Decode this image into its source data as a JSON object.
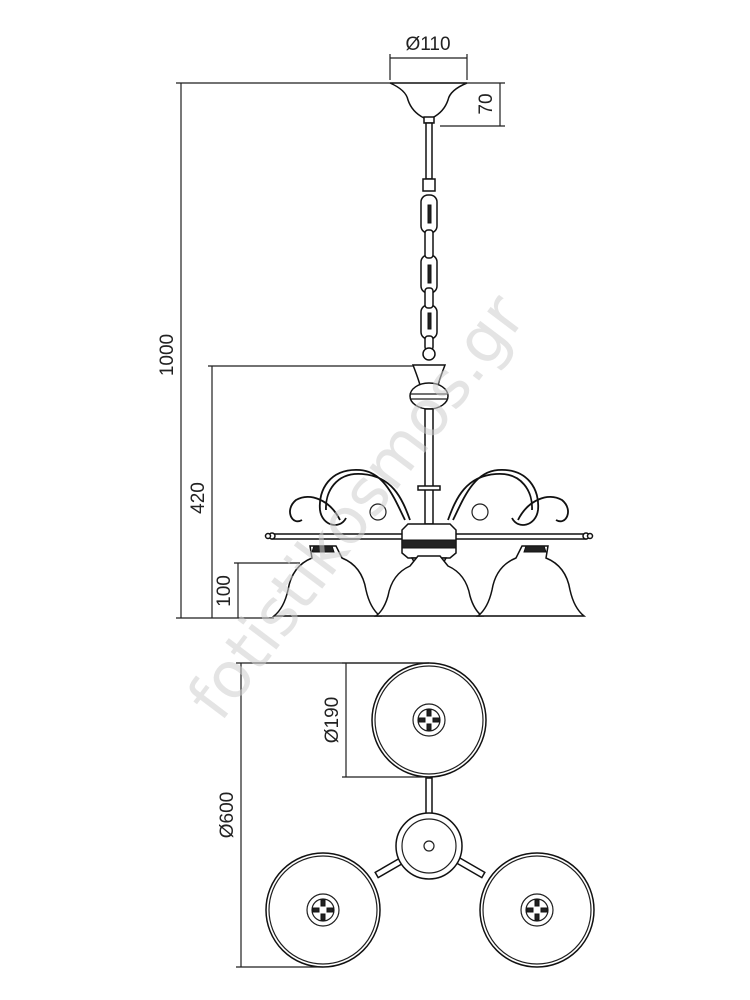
{
  "dimensions": {
    "canopy_diameter": "Ø110",
    "canopy_height": "70",
    "total_height": "1000",
    "body_height": "420",
    "shade_height": "100",
    "shade_diameter": "Ø190",
    "overall_diameter": "Ø600"
  },
  "watermark": "fotistikosmos.gr",
  "colors": {
    "line": "#1f1f1f",
    "watermark": "#cfcfcf",
    "background": "#ffffff"
  }
}
